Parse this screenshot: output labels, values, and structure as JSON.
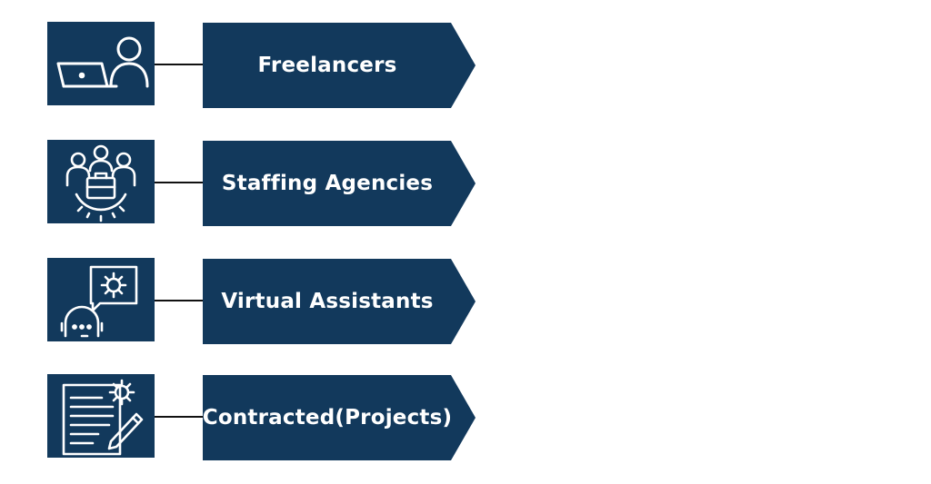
{
  "colors": {
    "box_fill": "#12395c",
    "icon_stroke": "#ffffff",
    "connector": "#111111",
    "label": "#ffffff"
  },
  "items": [
    {
      "label": "Freelancers",
      "icon": "freelancer-laptop-icon"
    },
    {
      "label": "Staffing Agencies",
      "icon": "team-briefcase-gear-icon"
    },
    {
      "label": "Virtual Assistants",
      "icon": "headset-agent-gear-icon"
    },
    {
      "label": "Contracted(Projects)",
      "icon": "document-pen-gear-icon"
    }
  ]
}
